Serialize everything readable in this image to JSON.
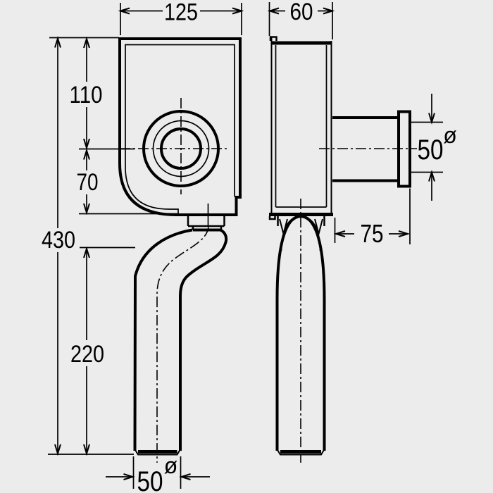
{
  "drawing": {
    "type": "technical-dimension-drawing",
    "colors": {
      "background": "#ececec",
      "line": "#000000"
    },
    "dimensions": {
      "front_width": "125",
      "side_width": "60",
      "top_to_inlet_center": "110",
      "inlet_center_to_body_bottom": "70",
      "total_height": "430",
      "lower_pipe_height": "220",
      "bottom_outlet_diameter": "50",
      "bottom_outlet_diameter_symbol": "ø",
      "side_spigot_diameter": "50",
      "side_spigot_diameter_symbol": "ø",
      "side_spigot_length": "75"
    }
  }
}
